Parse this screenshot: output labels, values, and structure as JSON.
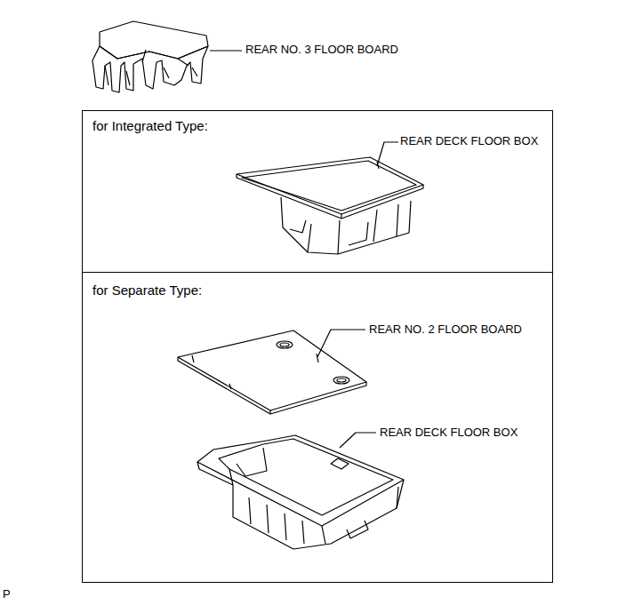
{
  "diagram": {
    "nodes": [
      {
        "text": [
          "for Integrated Type:",
          "REAR DECK FLOOR BOX"
        ]
      },
      {
        "text": [
          "for Separate Type:",
          "REAR NO. 2 FLOOR BOARD",
          "REAR DECK FLOOR BOX"
        ]
      }
    ],
    "labels": [
      "REAR NO. 3 FLOOR BOARD",
      "P"
    ]
  }
}
